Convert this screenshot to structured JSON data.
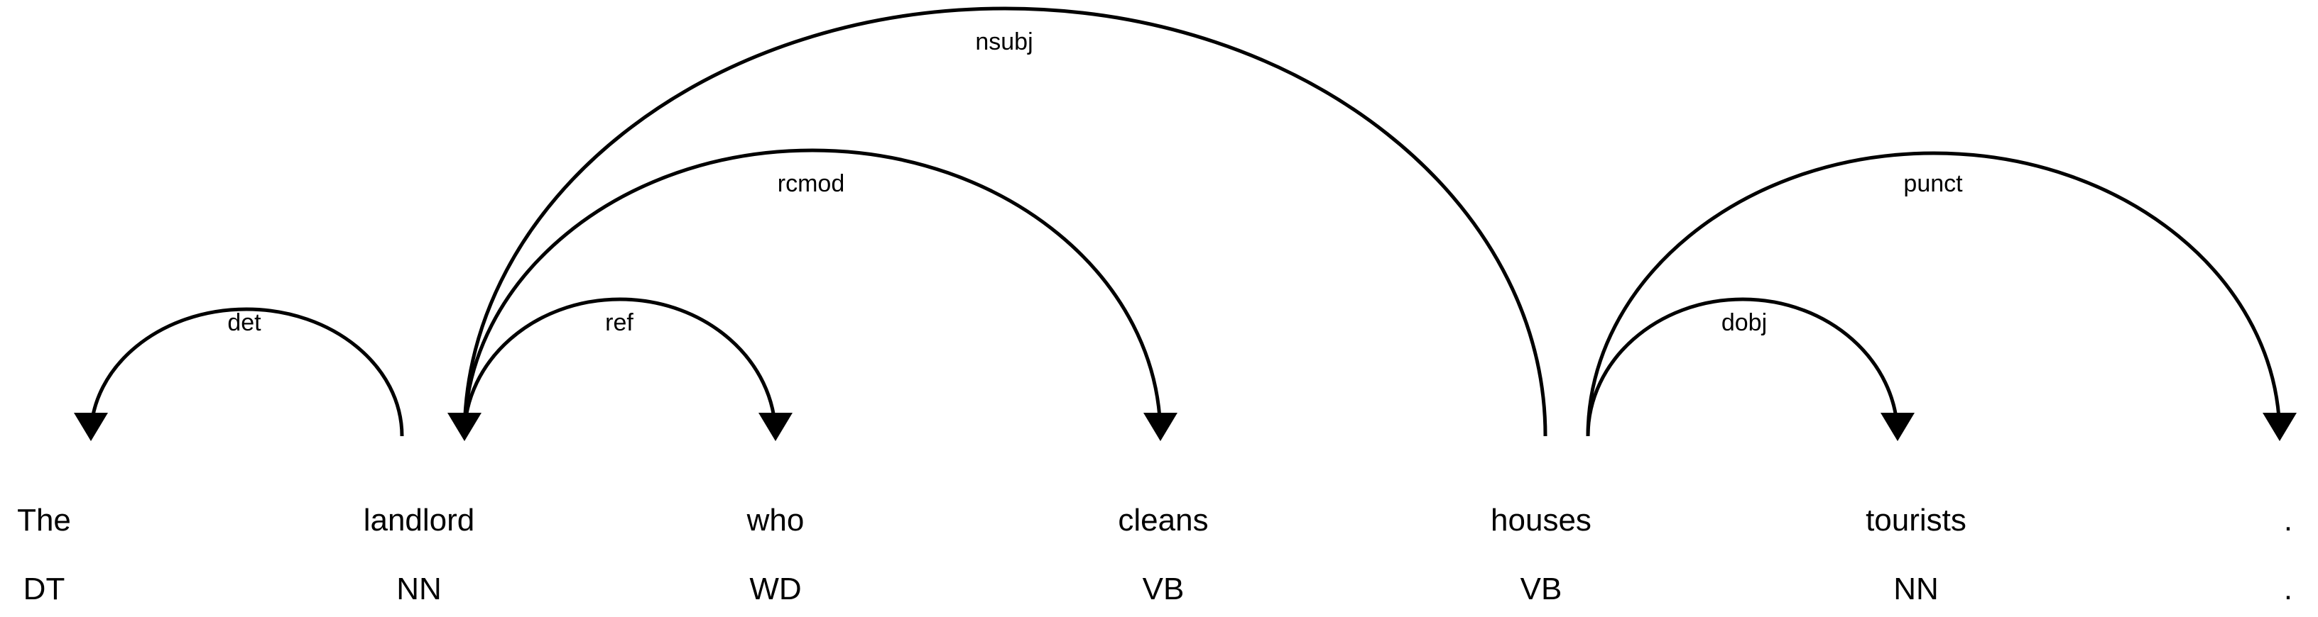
{
  "tokens": [
    {
      "word": "The",
      "tag": "DT"
    },
    {
      "word": "landlord",
      "tag": "NN"
    },
    {
      "word": "who",
      "tag": "WD"
    },
    {
      "word": "cleans",
      "tag": "VB"
    },
    {
      "word": "houses",
      "tag": "VB"
    },
    {
      "word": "tourists",
      "tag": "NN"
    },
    {
      "word": ".",
      "tag": "."
    }
  ],
  "arcs": [
    {
      "label": "det",
      "head": 1,
      "dependent": 0
    },
    {
      "label": "ref",
      "head": 1,
      "dependent": 2
    },
    {
      "label": "rcmod",
      "head": 1,
      "dependent": 3
    },
    {
      "label": "nsubj",
      "head": 4,
      "dependent": 1
    },
    {
      "label": "dobj",
      "head": 4,
      "dependent": 5
    },
    {
      "label": "punct",
      "head": 4,
      "dependent": 6
    }
  ],
  "colors": {
    "stroke": "#000000",
    "background": "#ffffff"
  }
}
